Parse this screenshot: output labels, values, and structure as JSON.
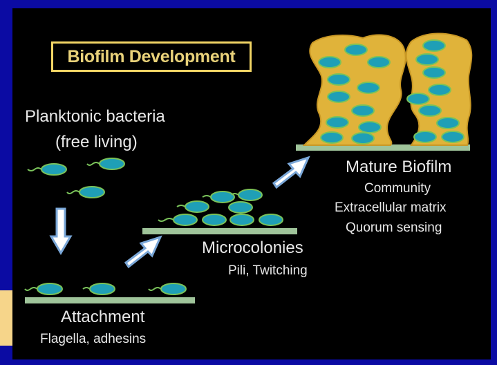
{
  "title": "Biofilm Development",
  "stages": {
    "planktonic": {
      "line1": "Planktonic bacteria",
      "line2": "(free living)"
    },
    "attachment": {
      "name": "Attachment",
      "detail": "Flagella, adhesins"
    },
    "microcolonies": {
      "name": "Microcolonies",
      "detail": "Pili, Twitching"
    },
    "mature": {
      "name": "Mature Biofilm",
      "detail1": "Community",
      "detail2": "Extracellular matrix",
      "detail3": "Quorum sensing"
    }
  },
  "colors": {
    "slide_background": "#0b0ba3",
    "panel": "#000000",
    "title_border": "#f2d565",
    "bacterium_fill": "#1f9fb6",
    "bacterium_outline": "#7ac25a",
    "surface": "#9fc49a",
    "matrix": "#e0b33a",
    "arrow": "#7aa7d8"
  }
}
